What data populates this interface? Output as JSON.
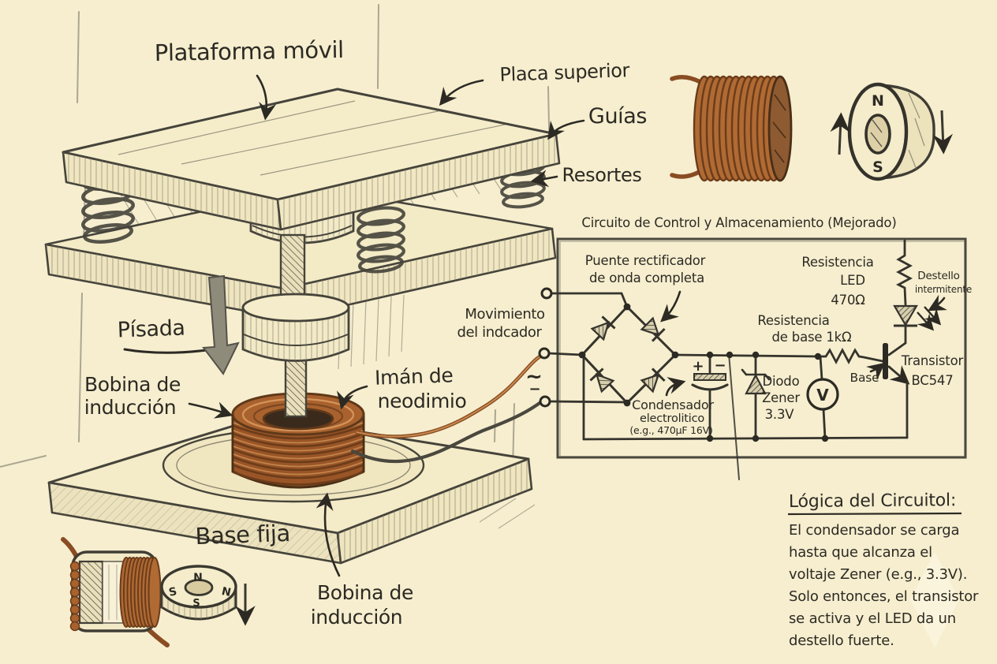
{
  "colors": {
    "background": "#f6eecf",
    "ink": "#2c2a23",
    "pencil": "#45433a",
    "copper": "#a9622e",
    "copper_dark": "#6b3c1a",
    "copper_light": "#d99a5e",
    "grey_arrow": "#8e8b7a"
  },
  "machine_labels": {
    "plataforma_movil": "Plataforma móvil",
    "placa_superior": "Placa superior",
    "guias": "Guías",
    "resortes": "Resortes",
    "pisada": "Písada",
    "bobina_izq_l1": "Bobina de",
    "bobina_izq_l2": "inducción",
    "iman_l1": "Imán de",
    "iman_l2": "neodimio",
    "base_fija": "Base fija",
    "bobina_inf_l1": "Bobina de",
    "bobina_inf_l2": "inducción",
    "movimiento_l1": "Movimiento",
    "movimiento_l2": "del indcador"
  },
  "magnet_icons": {
    "ring_n": "N",
    "ring_s": "S",
    "disc_n_top": "N",
    "disc_s_left": "S",
    "disc_n_right": "N",
    "disc_s_bottom": "S"
  },
  "circuit": {
    "title": "Circuito de Control y Almacenamiento (Mejorado)",
    "puente_l1": "Puente rectificador",
    "puente_l2": "de onda completa",
    "condensador_l1": "Condensador",
    "condensador_l2": "electrolitico",
    "condensador_l3": "(e.g., 470μF 16V)",
    "diodo_l1": "Diodo",
    "diodo_l2": "Zener",
    "diodo_l3": "3.3V",
    "res_base_l1": "Resistencia",
    "res_base_l2": "de base 1kΩ",
    "base_label": "Base",
    "transistor_l1": "Transistor",
    "transistor_l2": "BC547",
    "res_led_l1": "Resistencia",
    "res_led_l2": "LED",
    "res_led_l3": "470Ω",
    "destello_l1": "Destello",
    "destello_l2": "intermitente",
    "ac_tilde": "~",
    "ac_minus": "−",
    "cap_plus": "+",
    "cap_minus": "−",
    "voltmeter": "V"
  },
  "logic": {
    "heading": "Lógica del Circuitol:",
    "lines": [
      "El condensador se carga",
      "hasta que alcanza el",
      "voltaje Zener (e.g., 3.3V).",
      "Solo entonces, el transistor",
      "se activa y el LED da un",
      "destello fuerte."
    ]
  }
}
